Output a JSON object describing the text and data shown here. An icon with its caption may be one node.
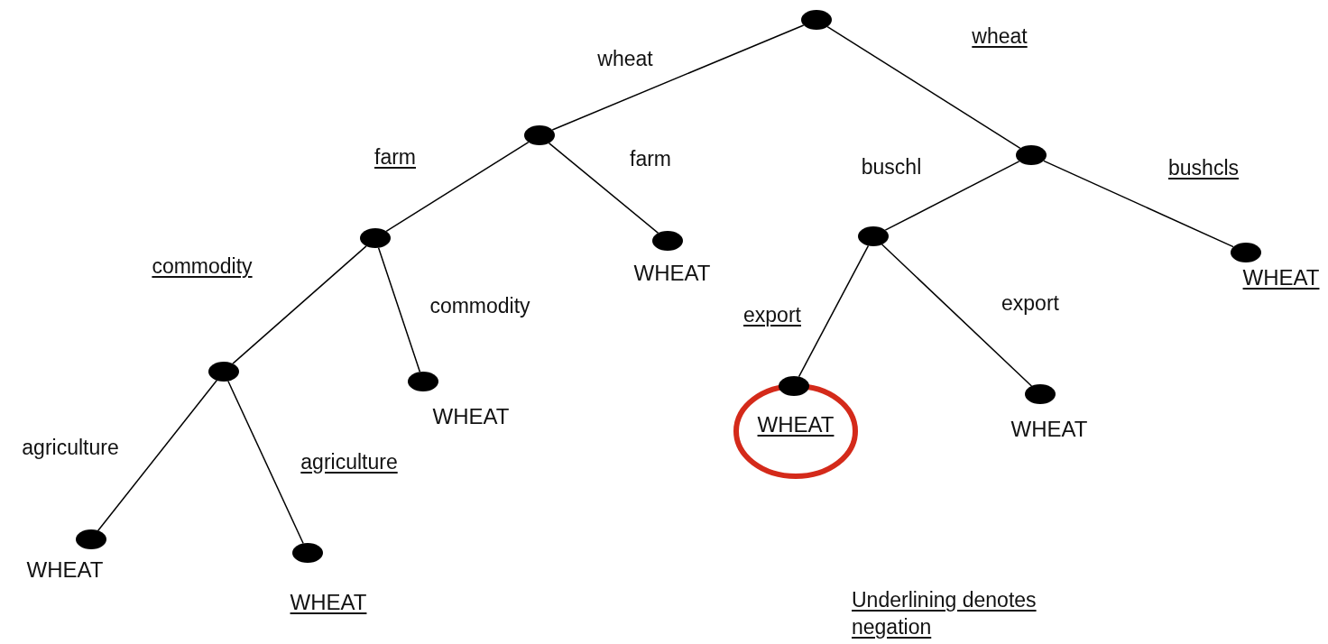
{
  "diagram": {
    "nodes": [
      {
        "text": [],
        "shape": "circle"
      },
      {
        "text": [],
        "shape": "circle"
      },
      {
        "text": [],
        "shape": "circle"
      },
      {
        "text": [],
        "shape": "circle"
      },
      {
        "text": [
          "WHEAT"
        ]
      },
      {
        "text": [],
        "shape": "circle"
      },
      {
        "text": [
          "WHEAT"
        ]
      },
      {
        "text": [
          "WHEAT"
        ]
      },
      {
        "text": [
          "WHEAT"
        ]
      },
      {
        "text": [],
        "shape": "circle"
      },
      {
        "text": [
          "WHEAT"
        ]
      },
      {
        "text": [
          "WHEAT"
        ]
      },
      {
        "text": [
          "WHEAT"
        ]
      }
    ],
    "edges": [
      {
        "from": 0,
        "to": 1,
        "arrow": "none",
        "label": "wheat"
      },
      {
        "from": 0,
        "to": 2,
        "arrow": "none",
        "label": "wheat"
      },
      {
        "from": 1,
        "to": 3,
        "arrow": "none",
        "label": "farm"
      },
      {
        "from": 1,
        "to": 4,
        "arrow": "none",
        "label": "farm"
      },
      {
        "from": 3,
        "to": 5,
        "arrow": "none",
        "label": "commodity"
      },
      {
        "from": 3,
        "to": 6,
        "arrow": "none",
        "label": "commodity"
      },
      {
        "from": 5,
        "to": 7,
        "arrow": "none",
        "label": "agriculture"
      },
      {
        "from": 5,
        "to": 8,
        "arrow": "none",
        "label": "agriculture"
      },
      {
        "from": 2,
        "to": 9,
        "arrow": "none",
        "label": "buschl"
      },
      {
        "from": 2,
        "to": 10,
        "arrow": "none",
        "label": "bushcls"
      },
      {
        "from": 9,
        "to": 11,
        "arrow": "none",
        "label": "export"
      },
      {
        "from": 9,
        "to": 12,
        "arrow": "none",
        "label": "export"
      }
    ],
    "labels": [
      "Underlining denotes negation"
    ]
  }
}
